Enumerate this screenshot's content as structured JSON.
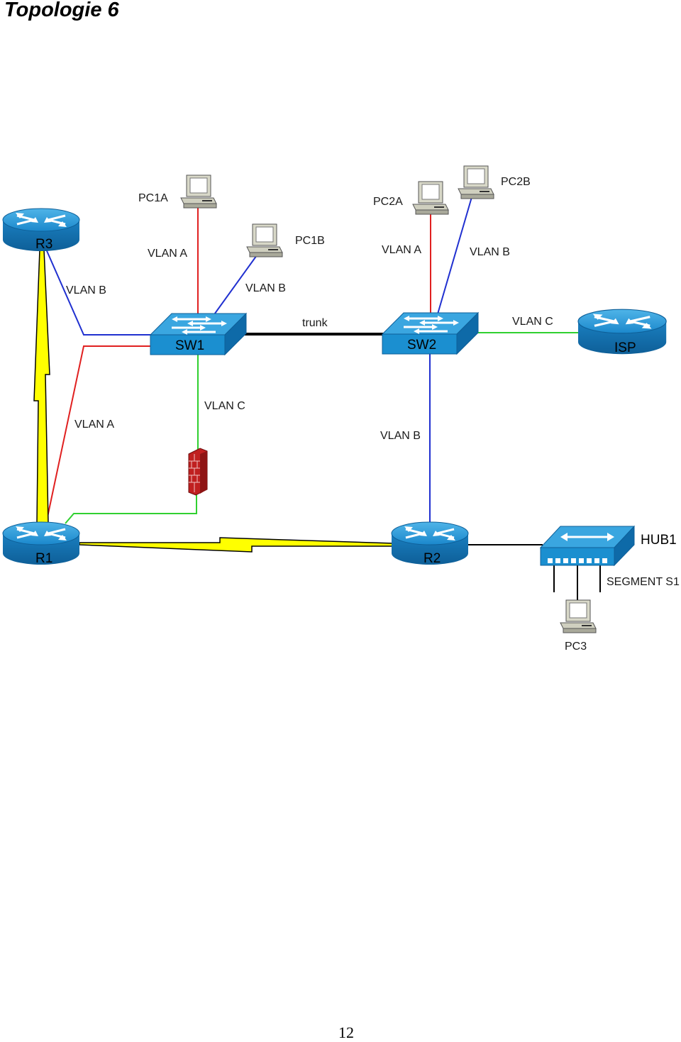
{
  "page": {
    "title": "Topologie 6",
    "page_number": "12"
  },
  "colors": {
    "vlan_a": "#e02020",
    "vlan_b": "#2030d0",
    "vlan_c": "#30d030",
    "trunk": "#000000",
    "serial": "#ffff00",
    "device_blue": "#1b8fd0"
  },
  "devices": {
    "r1": "R1",
    "r2": "R2",
    "r3": "R3",
    "isp": "ISP",
    "sw1": "SW1",
    "sw2": "SW2",
    "hub1": "HUB1",
    "pc1a": "PC1A",
    "pc1b": "PC1B",
    "pc2a": "PC2A",
    "pc2b": "PC2B",
    "pc3": "PC3"
  },
  "links": {
    "pc1a_vlan": "VLAN A",
    "pc1b_vlan": "VLAN B",
    "pc2a_vlan": "VLAN A",
    "pc2b_vlan": "VLAN B",
    "r3_vlan": "VLAN B",
    "r1_vlan": "VLAN A",
    "sw1_down_vlan": "VLAN C",
    "sw2_r2_vlan": "VLAN B",
    "sw2_isp_vlan": "VLAN C",
    "trunk": "trunk",
    "segment": "SEGMENT S1"
  }
}
